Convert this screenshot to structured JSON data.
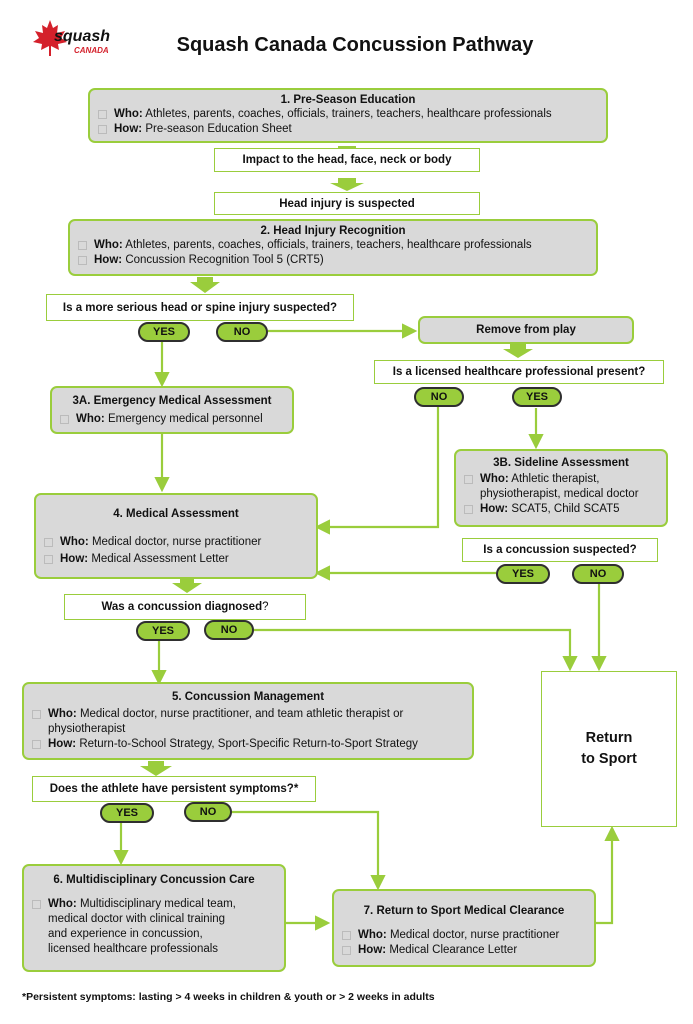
{
  "header": {
    "title": "Squash Canada Concussion Pathway",
    "logo_text": "squash",
    "logo_sub": "CANADA"
  },
  "boxes": {
    "b1": {
      "title": "1. Pre-Season Education",
      "who": "Athletes, parents, coaches, officials, trainers, teachers, healthcare professionals",
      "how": "Pre-season Education Sheet"
    },
    "impact": "Impact to the head, face, neck or body",
    "suspected": "Head injury is suspected",
    "b2": {
      "title": "2. Head Injury Recognition",
      "who": "Athletes, parents, coaches, officials, trainers, teachers, healthcare professionals",
      "how": "Concussion Recognition Tool 5 (CRT5)"
    },
    "q_serious": "Is a more serious head or spine injury suspected?",
    "remove": "Remove from play",
    "q_licensed": "Is a licensed healthcare professional present?",
    "b3a": {
      "title": "3A. Emergency Medical Assessment",
      "who": "Emergency medical personnel"
    },
    "b3b": {
      "title": "3B. Sideline Assessment",
      "who_1": "Athletic therapist,",
      "who_2": "physiotherapist, medical doctor",
      "how": "SCAT5, Child SCAT5"
    },
    "b4": {
      "title": "4. Medical Assessment",
      "who": "Medical doctor, nurse practitioner",
      "how": "Medical Assessment Letter"
    },
    "q_suspected": "Is a concussion suspected?",
    "q_diag_prefix": "Was a concussion ",
    "q_diag_bold": "diagnosed",
    "q_diag_suffix": "?",
    "b5": {
      "title": "5. Concussion Management",
      "who_1": "Medical doctor, nurse practitioner, and team athletic therapist or",
      "who_2": "physiotherapist",
      "how": "Return-to-School Strategy, Sport-Specific Return-to-Sport Strategy"
    },
    "q_persist": "Does the athlete have persistent symptoms?*",
    "b6": {
      "title": "6. Multidisciplinary Concussion Care",
      "who_1": "Multidisciplinary medical team,",
      "who_2": "medical doctor with clinical training",
      "who_3": "and experience in concussion,",
      "who_4": "licensed healthcare professionals"
    },
    "b7": {
      "title": "7. Return to Sport Medical Clearance",
      "who": "Medical doctor, nurse practitioner",
      "how": "Medical Clearance Letter"
    },
    "rts_1": "Return",
    "rts_2": "to Sport"
  },
  "labels": {
    "who": "Who:",
    "how": "How:",
    "yes": "YES",
    "no": "NO"
  },
  "footnote": "*Persistent symptoms: lasting > 4 weeks in children & youth or > 2 weeks in adults",
  "colors": {
    "accent": "#9acd3c",
    "box_fill": "#d9d9d9",
    "logo_red": "#d4202b"
  }
}
